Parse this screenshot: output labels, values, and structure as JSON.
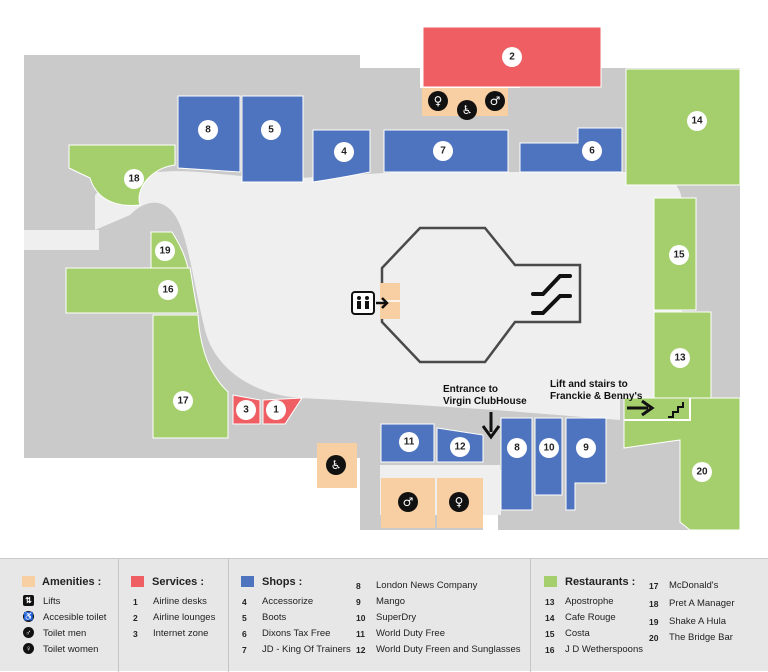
{
  "colors": {
    "amenities": "#f8cfa2",
    "services": "#ee5e63",
    "shops": "#4e74bf",
    "restaurants": "#a5cf6d",
    "floor": "#efeff0",
    "base": "#cacaca"
  },
  "map": {
    "units": [
      {
        "label": "2",
        "category": "services"
      },
      {
        "label": "14",
        "category": "restaurants"
      },
      {
        "label": "8",
        "category": "shops"
      },
      {
        "label": "5",
        "category": "shops"
      },
      {
        "label": "4",
        "category": "shops"
      },
      {
        "label": "7",
        "category": "shops"
      },
      {
        "label": "6",
        "category": "shops"
      },
      {
        "label": "18",
        "category": "restaurants"
      },
      {
        "label": "19",
        "category": "restaurants"
      },
      {
        "label": "16",
        "category": "restaurants"
      },
      {
        "label": "17",
        "category": "restaurants"
      },
      {
        "label": "15",
        "category": "restaurants"
      },
      {
        "label": "13",
        "category": "restaurants"
      },
      {
        "label": "20",
        "category": "restaurants"
      },
      {
        "label": "3",
        "category": "services"
      },
      {
        "label": "1",
        "category": "services"
      },
      {
        "label": "11",
        "category": "shops"
      },
      {
        "label": "12",
        "category": "shops"
      },
      {
        "label": "8",
        "category": "shops"
      },
      {
        "label": "10",
        "category": "shops"
      },
      {
        "label": "9",
        "category": "shops"
      }
    ],
    "annotations": {
      "entrance_line1": "Entrance to",
      "entrance_line2": "Virgin ClubHouse",
      "lift_line1": "Lift and stairs to",
      "lift_line2": "Franckie & Benny's"
    },
    "icons": [
      "toilet-women-icon",
      "accessible-toilet-icon",
      "toilet-men-icon",
      "lifts-icon",
      "escalator-icon",
      "stairs-icon",
      "arrow-right-icon",
      "arrow-down-icon"
    ]
  },
  "legend": {
    "amenities": {
      "title": "Amenities :",
      "items": [
        {
          "icon": "lifts-icon",
          "label": "Lifts"
        },
        {
          "icon": "accessible-toilet-icon",
          "label": "Accesible toilet"
        },
        {
          "icon": "toilet-men-icon",
          "label": "Toilet men"
        },
        {
          "icon": "toilet-women-icon",
          "label": "Toilet women"
        }
      ]
    },
    "services": {
      "title": "Services :",
      "items": [
        {
          "num": "1",
          "label": "Airline desks"
        },
        {
          "num": "2",
          "label": "Airline lounges"
        },
        {
          "num": "3",
          "label": "Internet zone"
        }
      ]
    },
    "shops": {
      "title": "Shops :",
      "items": [
        {
          "num": "4",
          "label": "Accessorize"
        },
        {
          "num": "5",
          "label": "Boots"
        },
        {
          "num": "6",
          "label": "Dixons Tax Free"
        },
        {
          "num": "7",
          "label": "JD - King Of Trainers"
        }
      ],
      "items2": [
        {
          "num": "8",
          "label": "London News Company"
        },
        {
          "num": "9",
          "label": "Mango"
        },
        {
          "num": "10",
          "label": "SuperDry"
        },
        {
          "num": "11",
          "label": "World Duty Free"
        },
        {
          "num": "12",
          "label": "World Duty Freen  and Sunglasses"
        }
      ]
    },
    "restaurants": {
      "title": "Restaurants :",
      "items": [
        {
          "num": "13",
          "label": "Apostrophe"
        },
        {
          "num": "14",
          "label": "Cafe Rouge"
        },
        {
          "num": "15",
          "label": "Costa"
        },
        {
          "num": "16",
          "label": "J D Wetherspoons"
        }
      ],
      "items2": [
        {
          "num": "17",
          "label": "McDonald's"
        },
        {
          "num": "18",
          "label": "Pret A Manager"
        },
        {
          "num": "19",
          "label": "Shake A Hula"
        },
        {
          "num": "20",
          "label": "The Bridge Bar"
        }
      ]
    }
  }
}
